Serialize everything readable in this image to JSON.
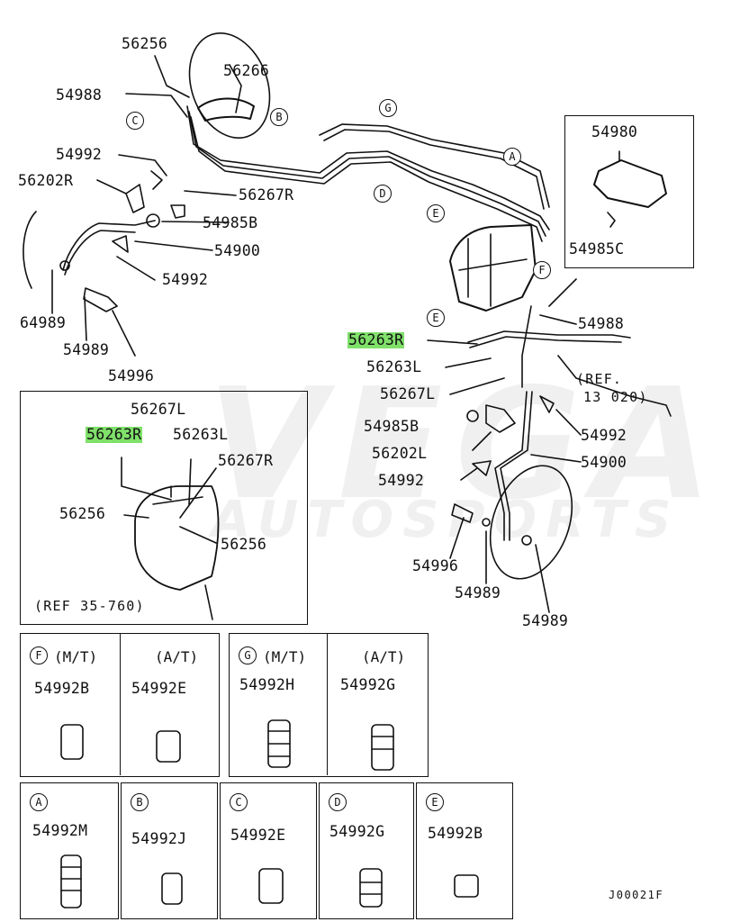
{
  "watermark": {
    "brand": "VEGA",
    "sub": "AUTOSPORTS"
  },
  "labels": {
    "p56256_a": "56256",
    "p56266": "56266",
    "p54988_a": "54988",
    "p54992_a": "54992",
    "p56202R": "56202R",
    "p56267R_a": "56267R",
    "p54985B_a": "54985B",
    "p54900_a": "54900",
    "p54992_b": "54992",
    "p64989": "64989",
    "p54989_a": "54989",
    "p54996_a": "54996",
    "p54980": "54980",
    "p54985C": "54985C",
    "p54988_b": "54988",
    "p56263R_a": "56263R",
    "p56263L_a": "56263L",
    "p56267L_a": "56267L",
    "p54985B_b": "54985B",
    "p56202L": "56202L",
    "p54992_c": "54992",
    "p54992_d": "54992",
    "p54900_b": "54900",
    "p54996_b": "54996",
    "p54989_b": "54989",
    "p54989_c": "54989",
    "ref13020_a": "(REF.",
    "ref13020_b": "13 020)",
    "inset_56267L": "56267L",
    "inset_56263R": "56263R",
    "inset_56263L": "56263L",
    "inset_56267R": "56267R",
    "inset_56256_a": "56256",
    "inset_56256_b": "56256",
    "inset_ref": "(REF 35-760)"
  },
  "callouts": {
    "A": "A",
    "B": "B",
    "C": "C",
    "D": "D",
    "E": "E",
    "F": "F",
    "G": "G"
  },
  "clip_boxes": {
    "f_mt": {
      "letter": "F",
      "mode": "(M/T)",
      "part": "54992B"
    },
    "f_at": {
      "mode": "(A/T)",
      "part": "54992E"
    },
    "g_mt": {
      "letter": "G",
      "mode": "(M/T)",
      "part": "54992H"
    },
    "g_at": {
      "mode": "(A/T)",
      "part": "54992G"
    },
    "a": {
      "letter": "A",
      "part": "54992M"
    },
    "b": {
      "letter": "B",
      "part": "54992J"
    },
    "c": {
      "letter": "C",
      "part": "54992E"
    },
    "d": {
      "letter": "D",
      "part": "54992G"
    },
    "e": {
      "letter": "E",
      "part": "54992B"
    }
  },
  "diagram_code": "J00021F",
  "highlight_color": "#7fe06a"
}
